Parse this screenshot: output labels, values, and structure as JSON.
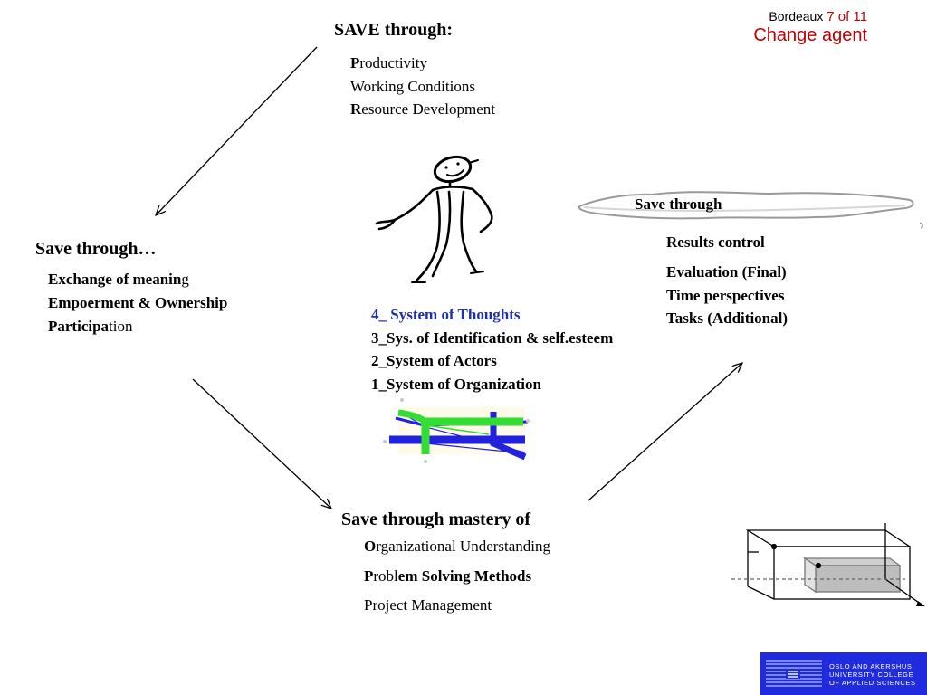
{
  "header": {
    "location": "Bordeaux",
    "counter": "7 of 11",
    "subtitle": "Change agent"
  },
  "top_block": {
    "heading": "SAVE through:",
    "items": [
      {
        "initial": "P",
        "rest": "roductivity"
      },
      {
        "initial": "",
        "rest": "Working Conditions"
      },
      {
        "initial": "R",
        "rest": "esource Development"
      }
    ]
  },
  "left_block": {
    "heading": "Save through…",
    "items": [
      {
        "bold": "Exchange of meanin",
        "normal": "g"
      },
      {
        "bold": "Empoerment & Ownership",
        "normal": ""
      },
      {
        "bold": "Participa",
        "normal": "tion"
      }
    ]
  },
  "center_systems": [
    "4_ System of Thoughts",
    "3_Sys. of Identification & self.esteem",
    "2_System of Actors",
    "1_System of Organization"
  ],
  "right_block": {
    "cloud_label": "Save through",
    "items": [
      "Results control",
      "Evaluation (Final)",
      "Time perspectives",
      "Tasks (Additional)"
    ]
  },
  "bottom_block": {
    "heading": "Save through mastery of",
    "items": [
      {
        "bold": "O",
        "normal": "rganizational Understanding",
        "bold2": ""
      },
      {
        "bold": "P",
        "normal": "robl",
        "bold2": "em Solving Methods"
      },
      {
        "bold": "",
        "normal": "Project Management",
        "bold2": ""
      }
    ]
  },
  "logo": {
    "line1": "OSLO AND AKERSHUS",
    "line2": "UNIVERSITY COLLEGE",
    "line3": "OF APPLIED SCIENCES"
  },
  "colors": {
    "accent_red": "#c00000",
    "thoughts_blue": "#1f2fa8",
    "logo_blue": "#1f2bdc",
    "model_green": "#33dd33",
    "model_blue": "#2222dd"
  },
  "icons": [
    "stick-figure-icon",
    "system-model-icon",
    "cube-diagram-icon",
    "cloud-icon",
    "college-logo-icon"
  ]
}
